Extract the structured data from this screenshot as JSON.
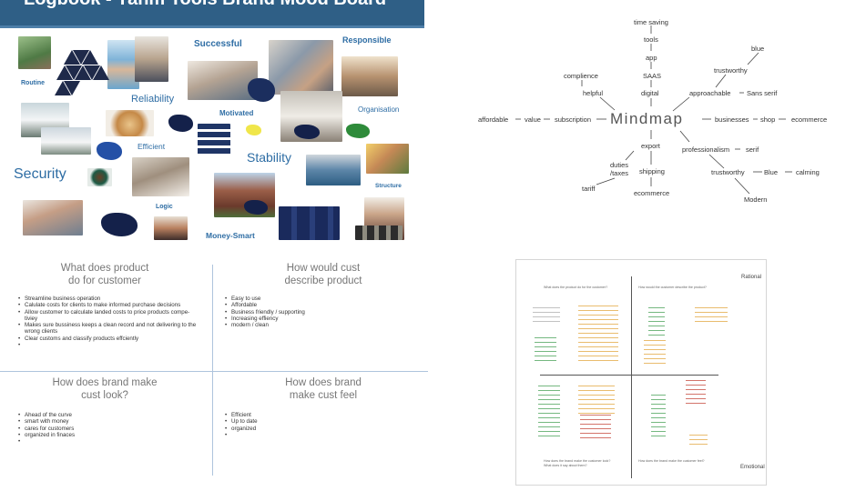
{
  "moodboard": {
    "title": "Logbook - Yahm Tools Brand Mood Board",
    "words": {
      "routine": "Routine",
      "reliability": "Reliability",
      "successful": "Successful",
      "responsible": "Responsible",
      "motivated": "Motivated",
      "organisation": "Organisation",
      "efficient": "Efficient",
      "security": "Security",
      "stability": "Stability",
      "logic": "Logic",
      "structure": "Structure",
      "money_smart": "Money-Smart"
    },
    "colors": {
      "header": "#2f5f86",
      "word": "#2e6da4",
      "navy_swatch": "#14214a",
      "blue_swatch": "#2450a6",
      "green_swatch": "#2e8b3a",
      "yellow_swatch": "#f0e64a"
    }
  },
  "mindmap": {
    "center": "Mindmap",
    "nodes": {
      "time_saving": "time saving",
      "tools": "tools",
      "app": "app",
      "saas": "SAAS",
      "digital": "digital",
      "complience": "complience",
      "helpful": "helpful",
      "subscription": "subscription",
      "value": "value",
      "affordable": "affordable",
      "export": "export",
      "duties_taxes": "duties\n/taxes",
      "tariff": "tariff",
      "shipping": "shipping",
      "ecommerce_bottom": "ecommerce",
      "blue_top": "blue",
      "trustworthy_top": "trustworthy",
      "approachable": "approachable",
      "sans_serif": "Sans serif",
      "businesses": "businesses",
      "shop": "shop",
      "ecommerce_right": "ecommerce",
      "professionalism": "professionalism",
      "serif": "serif",
      "trustworthy_bottom": "trustworthy",
      "blue_bottom": "Blue",
      "calming": "calming",
      "modern": "Modern"
    }
  },
  "quadrant": {
    "titles": {
      "top_left": "What does product\ndo for customer",
      "top_right": "How would cust\ndescribe product",
      "bottom_left": "How does brand make\ncust look?",
      "bottom_right": "How does brand\nmake cust feel"
    },
    "top_left_items": [
      "Streamline business operation",
      "Calulate costs for clients to make informed purchase decisions",
      "Allow customer to calculate landed costs to price products compe-\ntiviey",
      "Makes sure bussiness keeps a clean record and not delivering to the\nwrong clients",
      "Clear customs and classify products effciently",
      ""
    ],
    "top_right_items": [
      "Easy to use",
      "Affordable",
      "Business friendly / supporting",
      "Increasing effiency",
      "modern / clean"
    ],
    "bottom_left_items": [
      "Ahead of the curve",
      "smart with money",
      "cares for customers",
      "organized in finaces",
      ""
    ],
    "bottom_right_items": [
      "Efficient",
      "Up to date",
      "organized",
      ""
    ]
  },
  "rational_emotional": {
    "top_label": "Rational",
    "bottom_label": "Emotional",
    "q_top_left": "What does the product do for the customer?",
    "q_top_right": "How would the customer describe the product?",
    "q_bottom_left": "How does the brand make the customer look?\nWhat does it say about them?",
    "q_bottom_right": "How does the brand make the customer feel?",
    "colors": {
      "gray": "#777777",
      "green": "#3a9a4a",
      "orange": "#e0a030",
      "red": "#c0392b"
    }
  }
}
